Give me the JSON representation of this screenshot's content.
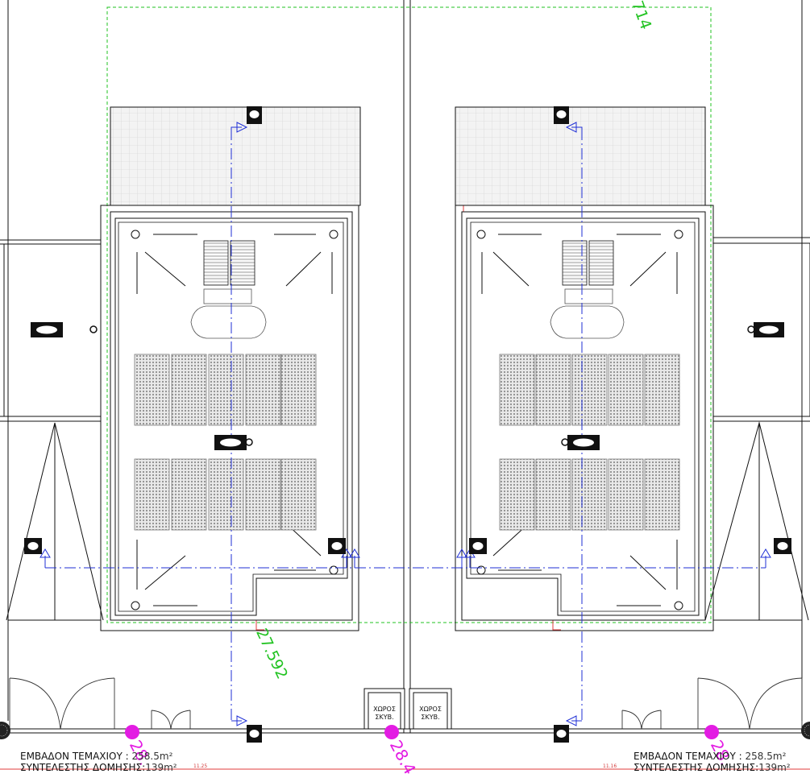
{
  "dimensions": {
    "top_right": "714",
    "center": "27.592",
    "bottom_left": "28.",
    "bottom_center": "28.4",
    "bottom_right": "28."
  },
  "waste_areas": [
    {
      "line1": "ΧΩΡΟΣ",
      "line2": "ΣΚΥΒ."
    },
    {
      "line1": "ΧΩΡΟΣ",
      "line2": "ΣΚΥΒ."
    }
  ],
  "plots": [
    {
      "area_key": "ΕΜΒΑΔΟΝ ΤΕΜΑΧΙΟΥ :",
      "area_value": "258.5m²",
      "coef_key": "ΣΥΝΤΕΛΕΣΤΗΣ ΔΟΜΗΣΗΣ:",
      "coef_value": "139m²",
      "marker": "11.25"
    },
    {
      "area_key": "ΕΜΒΑΔΟΝ ΤΕΜΑΧΙΟΥ :",
      "area_value": "258.5m²",
      "coef_key": "ΣΥΝΤΕΛΕΣΤΗΣ ΔΟΜΗΣΗΣ:",
      "coef_value": "139m²",
      "marker": "11.16"
    }
  ],
  "colors": {
    "linework": "#111111",
    "section_line": "#1f2fd6",
    "boundary_dashed": "#22c322",
    "survey_point": "#e31ce3",
    "red_line": "#e23b3b",
    "hatch": "#9a9a9a"
  },
  "icons": [
    "speech-bubble-icon",
    "section-arrow-icon",
    "survey-point-icon",
    "door-swing-symbol",
    "tree-symbol"
  ]
}
